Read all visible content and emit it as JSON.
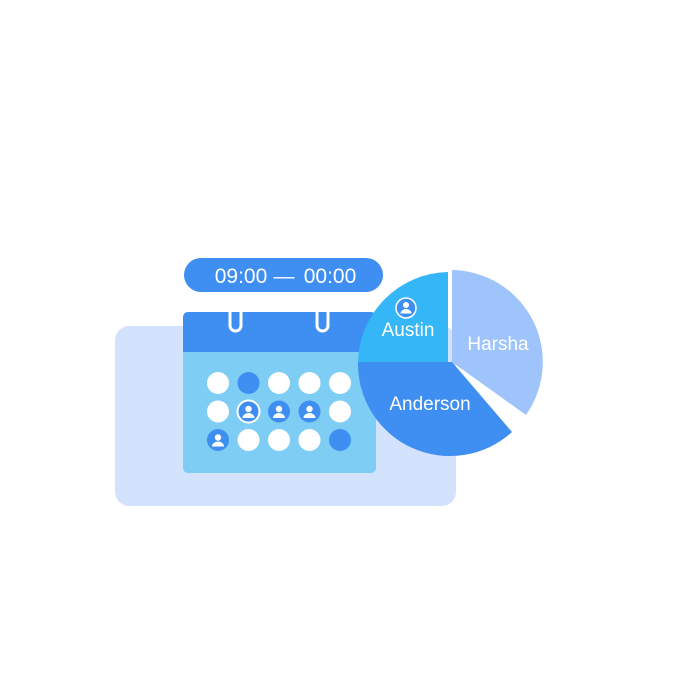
{
  "time_range": {
    "start": "09:00",
    "separator": "—",
    "end": "00:00"
  },
  "calendar": {
    "rows": [
      [
        "empty",
        "filled",
        "empty",
        "empty",
        "empty"
      ],
      [
        "empty",
        "avatar-outline",
        "avatar",
        "avatar",
        "empty"
      ],
      [
        "avatar",
        "empty",
        "empty",
        "empty",
        "filled"
      ]
    ]
  },
  "pie": {
    "slices": [
      {
        "label": "Austin",
        "color": "#35b6f6",
        "has_icon": true
      },
      {
        "label": "Harsha",
        "color": "#9fc4fb",
        "has_icon": false
      },
      {
        "label": "Anderson",
        "color": "#3f8ef1",
        "has_icon": false
      }
    ]
  },
  "colors": {
    "background_card": "#d3e2fd",
    "calendar_header": "#3f8ef1",
    "calendar_body": "#7ecdf4",
    "time_pill": "#3f8ef1",
    "dot_empty": "#ffffff",
    "dot_filled": "#3f8ef1"
  },
  "icons": [
    "person-icon"
  ]
}
